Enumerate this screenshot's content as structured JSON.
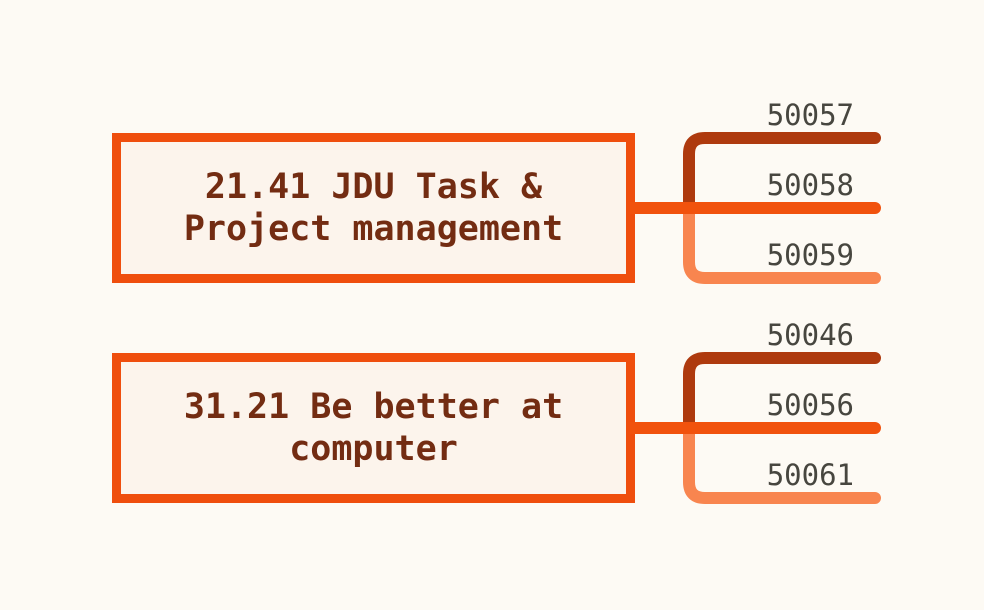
{
  "page": {
    "background": "#FDFAF4"
  },
  "colors": {
    "box_border": "#EF4E0D",
    "box_fill": "#FCF4EC",
    "title_text": "#732C12",
    "label_text": "#47463F",
    "branch_dark": "#AE3A0E",
    "branch_mid": "#F1520D",
    "branch_light": "#F8854F"
  },
  "groups": [
    {
      "title": "21.41 JDU Task & Project management",
      "branches": [
        {
          "label": "50057"
        },
        {
          "label": "50058"
        },
        {
          "label": "50059"
        }
      ]
    },
    {
      "title": "31.21 Be better at computer",
      "branches": [
        {
          "label": "50046"
        },
        {
          "label": "50056"
        },
        {
          "label": "50061"
        }
      ]
    }
  ]
}
